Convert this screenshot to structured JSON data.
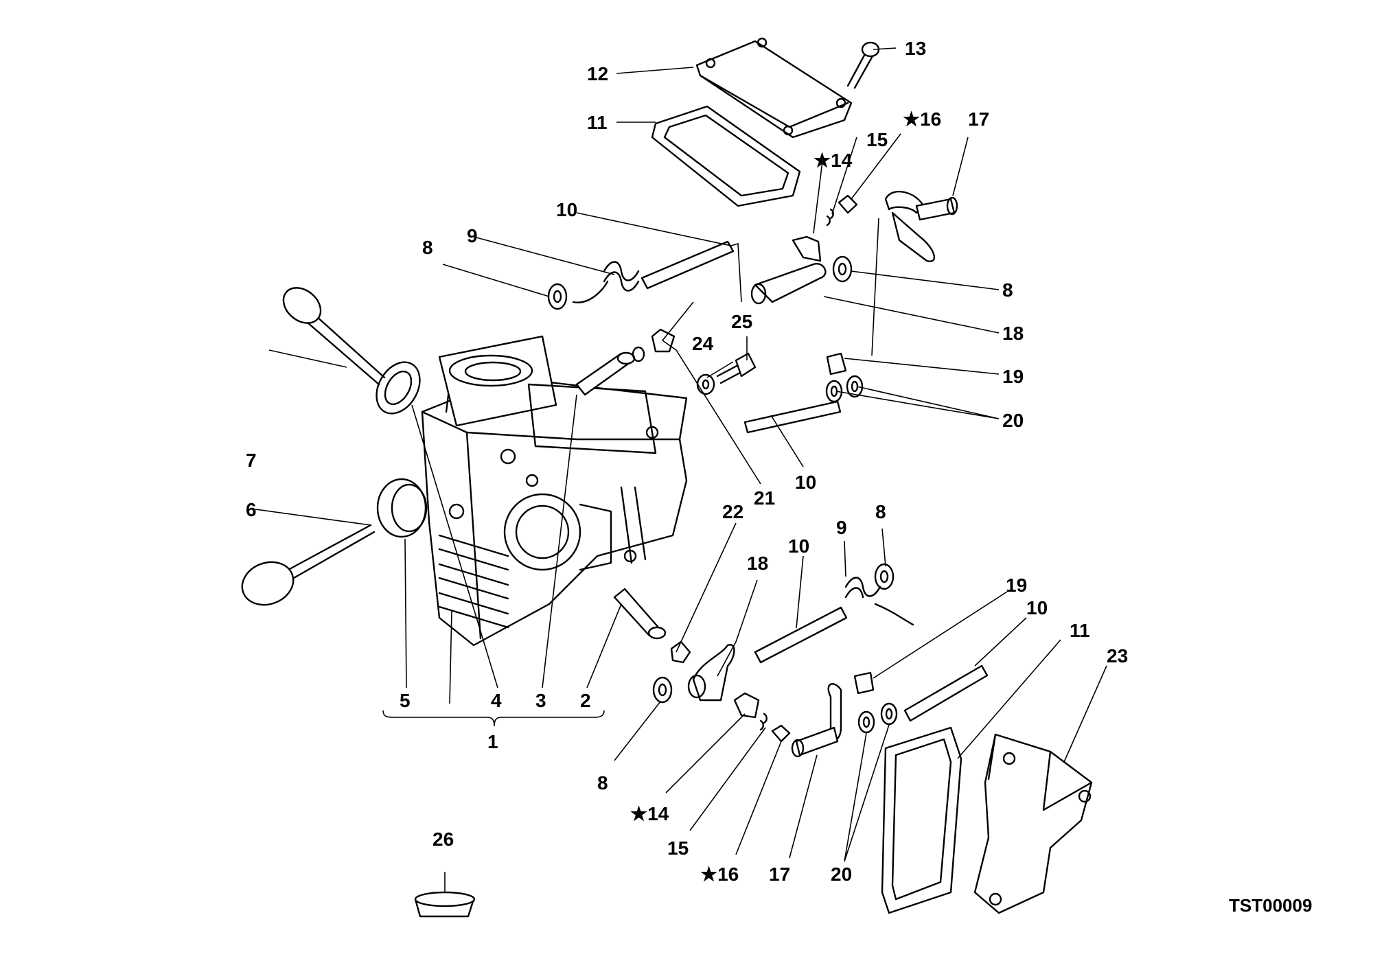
{
  "diagram": {
    "reference_code": "TST00009",
    "callouts": {
      "c1": "1",
      "c2": "2",
      "c3": "3",
      "c4": "4",
      "c5": "5",
      "c6": "6",
      "c7": "7",
      "c8a": "8",
      "c8b": "8",
      "c8c": "8",
      "c8d": "8",
      "c9a": "9",
      "c9b": "9",
      "c10a": "10",
      "c10b": "10",
      "c10c": "10",
      "c10d": "10",
      "c11a": "11",
      "c11b": "11",
      "c12": "12",
      "c13": "13",
      "c14a": "★14",
      "c14b": "★14",
      "c15a": "15",
      "c15b": "15",
      "c16a": "★16",
      "c16b": "★16",
      "c17a": "17",
      "c17b": "17",
      "c18a": "18",
      "c18b": "18",
      "c19a": "19",
      "c19b": "19",
      "c20a": "20",
      "c20b": "20",
      "c21": "21",
      "c22": "22",
      "c23": "23",
      "c24": "24",
      "c25": "25",
      "c26": "26"
    }
  }
}
